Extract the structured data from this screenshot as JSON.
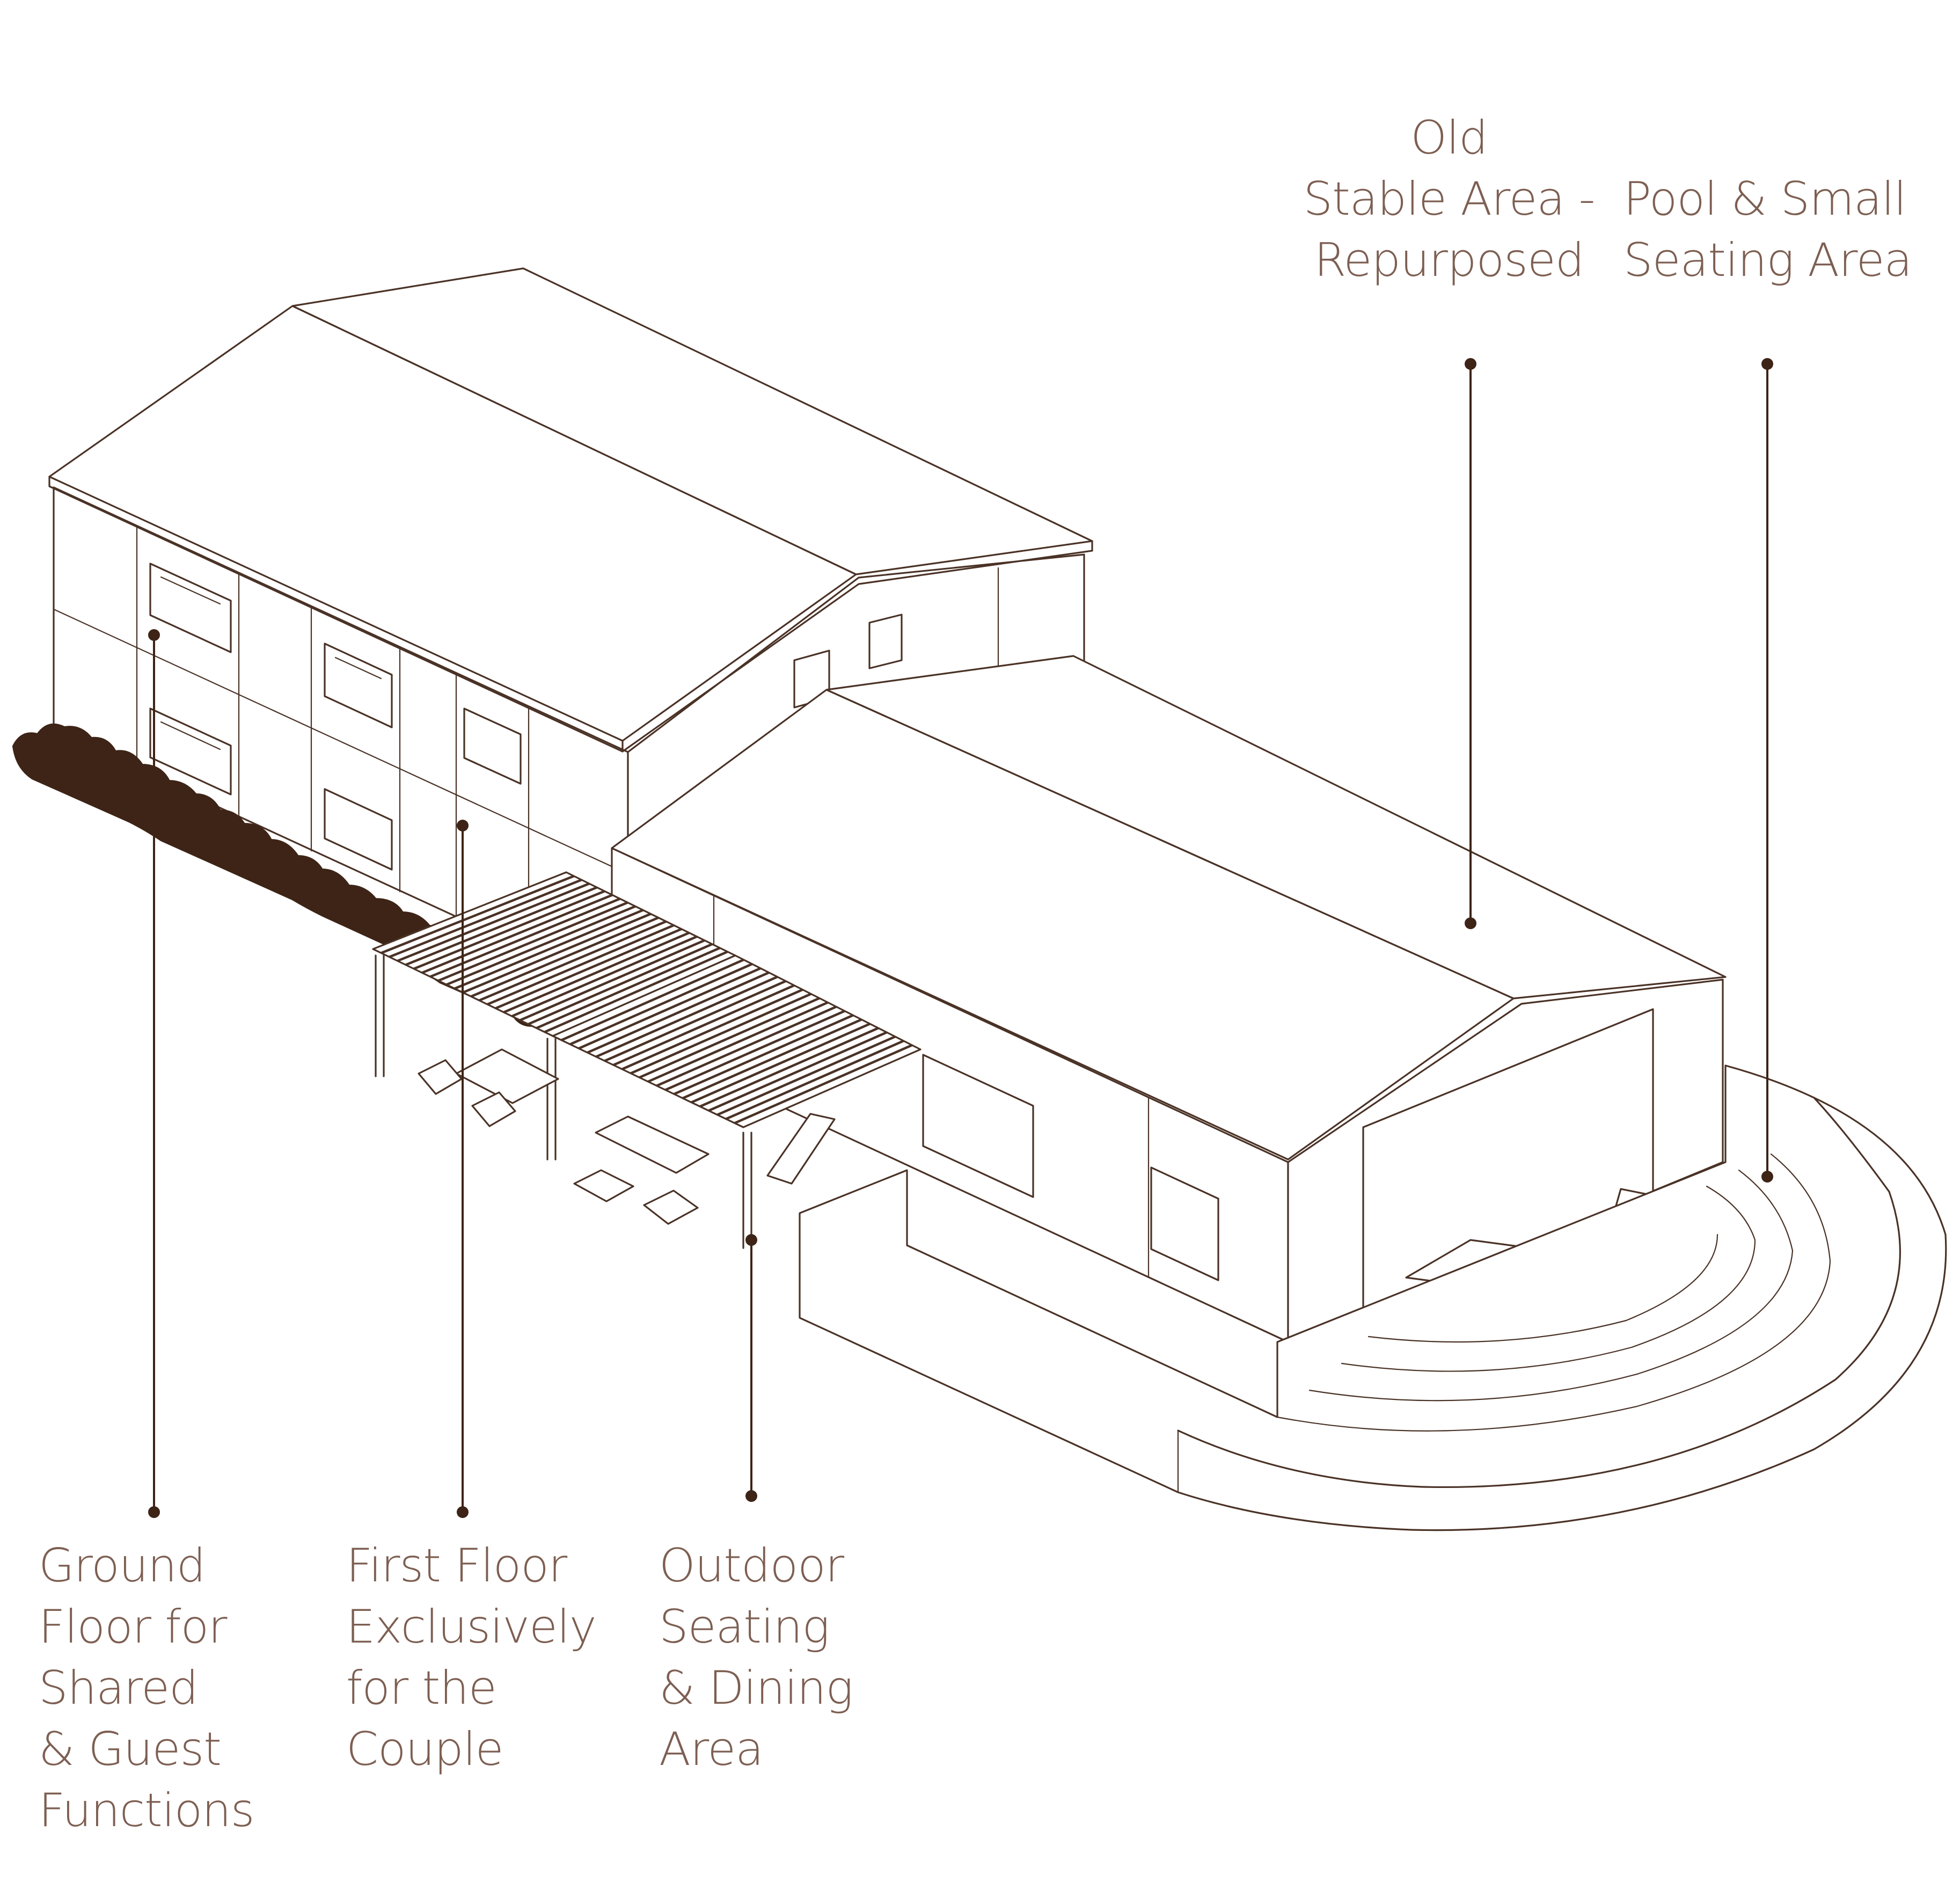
{
  "labels": {
    "old_stable": [
      "Old",
      "Stable Area -",
      "Repurposed"
    ],
    "pool": [
      "Pool & Small",
      "Seating Area"
    ],
    "ground_floor": [
      "Ground",
      "Floor for",
      "Shared",
      "& Guest",
      "Functions"
    ],
    "first_floor": [
      "First Floor",
      "Exclusively",
      "for the",
      "Couple"
    ],
    "outdoor": [
      "Outdoor",
      "Seating",
      "& Dining",
      "Area"
    ]
  },
  "colors": {
    "label_text": "#7d5f52",
    "line": "#4a3226",
    "hedge": "#3d2416"
  }
}
